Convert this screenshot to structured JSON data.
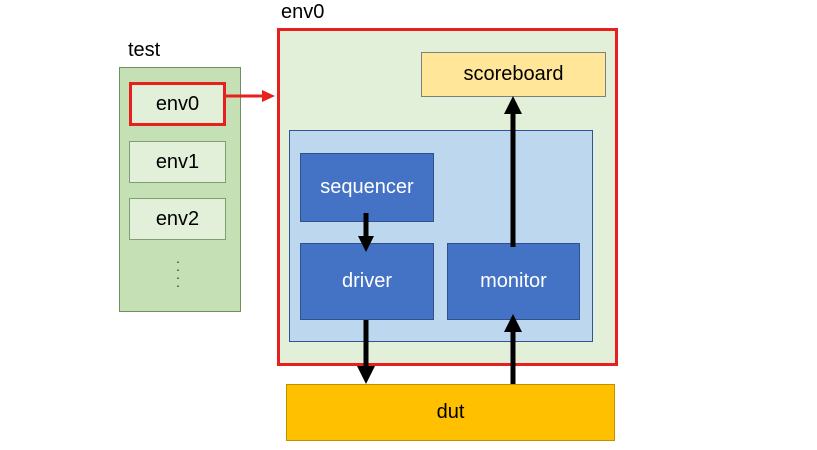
{
  "test": {
    "title": "test",
    "items": [
      "env0",
      "env1",
      "env2"
    ],
    "more": "⋮"
  },
  "env0": {
    "title": "env0"
  },
  "blocks": {
    "scoreboard": "scoreboard",
    "sequencer": "sequencer",
    "driver": "driver",
    "monitor": "monitor",
    "dut": "dut"
  },
  "colors": {
    "highlight": "#e81f1f",
    "component_blue": "#4472c4",
    "agent_blue": "#bdd7ee",
    "env_green": "#e2f0d9",
    "test_green": "#c5e0b4",
    "scoreboard_yellow": "#ffe699",
    "dut_orange": "#ffc000"
  }
}
